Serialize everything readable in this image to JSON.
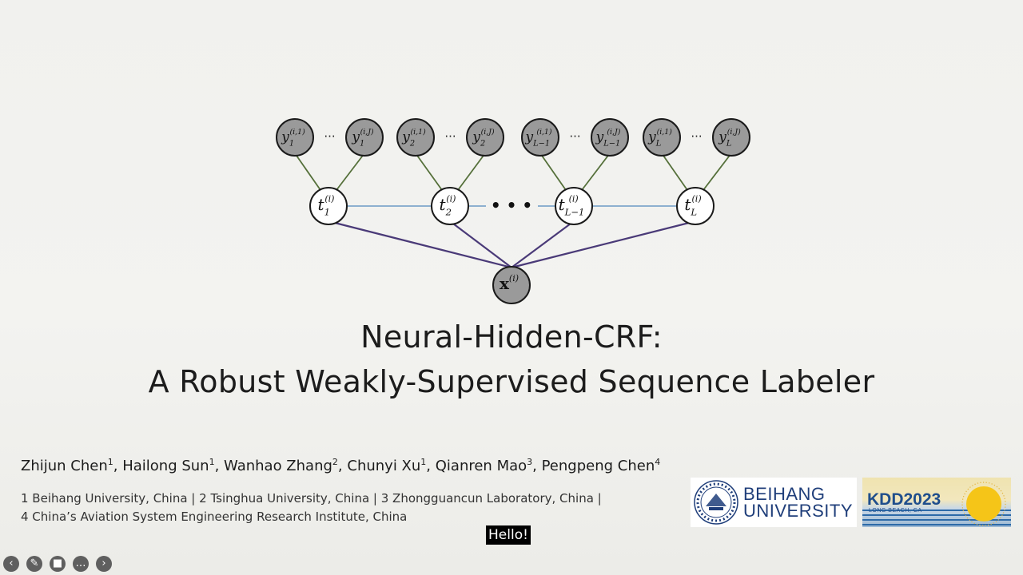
{
  "diagram": {
    "leaf_groups": [
      {
        "first": {
          "base": "y",
          "sub": "1",
          "sup": "(i,1)"
        },
        "last": {
          "base": "y",
          "sub": "1",
          "sup": "(i,J)"
        }
      },
      {
        "first": {
          "base": "y",
          "sub": "2",
          "sup": "(i,1)"
        },
        "last": {
          "base": "y",
          "sub": "2",
          "sup": "(i,J)"
        }
      },
      {
        "first": {
          "base": "y",
          "sub": "L−1",
          "sup": "(i,1)"
        },
        "last": {
          "base": "y",
          "sub": "L−1",
          "sup": "(i,J)"
        }
      },
      {
        "first": {
          "base": "y",
          "sub": "L",
          "sup": "(i,1)"
        },
        "last": {
          "base": "y",
          "sub": "L",
          "sup": "(i,J)"
        }
      }
    ],
    "leaf_ellipsis": "···",
    "chain_ellipsis": "• • •",
    "t_nodes": [
      {
        "base": "t",
        "sub": "1",
        "sup": "(i)"
      },
      {
        "base": "t",
        "sub": "2",
        "sup": "(i)"
      },
      {
        "base": "t",
        "sub": "L−1",
        "sup": "(i)"
      },
      {
        "base": "t",
        "sub": "L",
        "sup": "(i)"
      }
    ],
    "x_node": {
      "base": "x",
      "sup": "(i)"
    },
    "colors": {
      "leaf_fill": "#9a9a9a",
      "leaf_edge": "#55703a",
      "chain_edge": "#7fa6cc",
      "x_edge": "#4a3a78"
    }
  },
  "title": {
    "line1": "Neural-Hidden-CRF:",
    "line2": "A Robust Weakly-Supervised Sequence Labeler"
  },
  "authors": [
    {
      "name": "Zhijun Chen",
      "aff": "1"
    },
    {
      "name": "Hailong Sun",
      "aff": "1"
    },
    {
      "name": "Wanhao Zhang",
      "aff": "2"
    },
    {
      "name": "Chunyi Xu",
      "aff": "1"
    },
    {
      "name": "Qianren Mao",
      "aff": "3"
    },
    {
      "name": "Pengpeng Chen",
      "aff": "4"
    }
  ],
  "affiliations": {
    "line1": "1 Beihang University, China  |  2 Tsinghua University, China  |  3 Zhongguancun Laboratory, China  |",
    "line2": "4 China’s Aviation System Engineering Research Institute, China"
  },
  "logos": {
    "beihang_line1": "BEIHANG",
    "beihang_line2": "UNIVERSITY",
    "kdd_title": "KDD2023",
    "kdd_sub": "LONG BEACH, CA"
  },
  "subtitle": "Hello!",
  "controls": [
    {
      "icon": "prev-icon",
      "glyph": "‹"
    },
    {
      "icon": "pen-icon",
      "glyph": "✎"
    },
    {
      "icon": "video-off-icon",
      "glyph": "■"
    },
    {
      "icon": "more-icon",
      "glyph": "…"
    },
    {
      "icon": "next-icon",
      "glyph": "›"
    }
  ]
}
